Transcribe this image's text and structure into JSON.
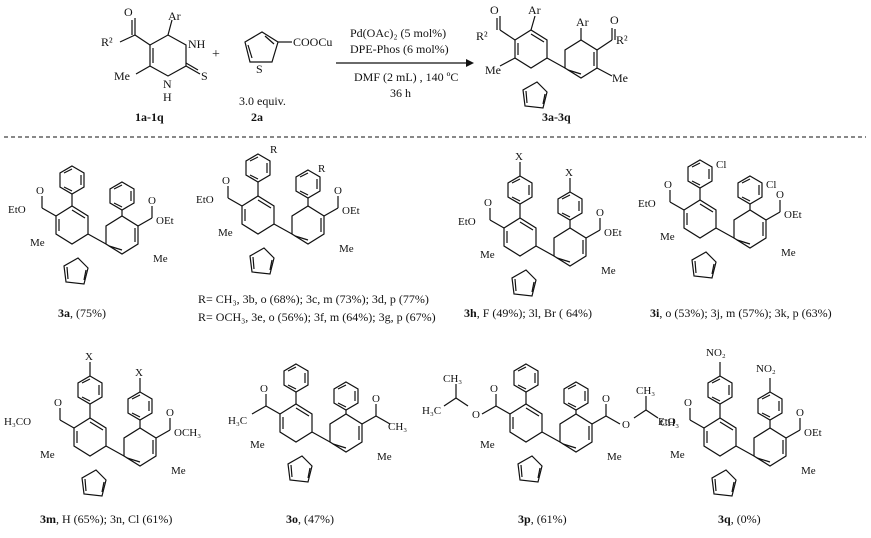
{
  "reaction": {
    "reactant1_label": "1a-1q",
    "reactant2_label": "2a",
    "reactant2_equiv": "3.0 equiv.",
    "reactant2_group": "COOCu",
    "plus": "+",
    "product_label": "3a-3q",
    "conditions": [
      "Pd(OAc)₂ (5 mol%)",
      "DPE-Phos (6 mol%)",
      "DMF (2 mL) , 140 ºC",
      "36 h"
    ]
  },
  "atoms": {
    "R2": "R²",
    "Ar": "Ar",
    "Me": "Me",
    "NH": "NH",
    "N": "N",
    "H": "H",
    "S": "S",
    "O": "O",
    "OEt": "OEt",
    "EtO": "EtO",
    "R": "R",
    "X": "X",
    "Cl": "Cl",
    "NO2": "NO₂",
    "OCH3": "OCH₃",
    "H3CO": "H₃CO",
    "H3C": "H₃C",
    "CH3": "CH₃",
    "CH3b": "CH₃"
  },
  "products": [
    {
      "id": "3a",
      "caption_bold": "3a",
      "caption_rest": ", (75%)"
    },
    {
      "id": "3b",
      "caption_line1": "R= CH₃, 3b, o (68%); 3c, m (73%); 3d, p (77%)",
      "caption_line2": "R= OCH₃, 3e, o  (56%); 3f, m (64%); 3g, p (67%)"
    },
    {
      "id": "3h",
      "caption_bold": "3h",
      "caption_rest": ", F (49%); 3l, Br ( 64%)"
    },
    {
      "id": "3i",
      "caption_bold": "3i",
      "caption_rest": ", o (53%); 3j, m (57%); 3k, p (63%)"
    },
    {
      "id": "3m",
      "caption_bold": "3m",
      "caption_rest": ", H (65%); 3n, Cl (61%)"
    },
    {
      "id": "3o",
      "caption_bold": "3o",
      "caption_rest": ", (47%)"
    },
    {
      "id": "3p",
      "caption_bold": "3p",
      "caption_rest": ", (61%)"
    },
    {
      "id": "3q",
      "caption_bold": "3q",
      "caption_rest": ", (0%)"
    }
  ]
}
